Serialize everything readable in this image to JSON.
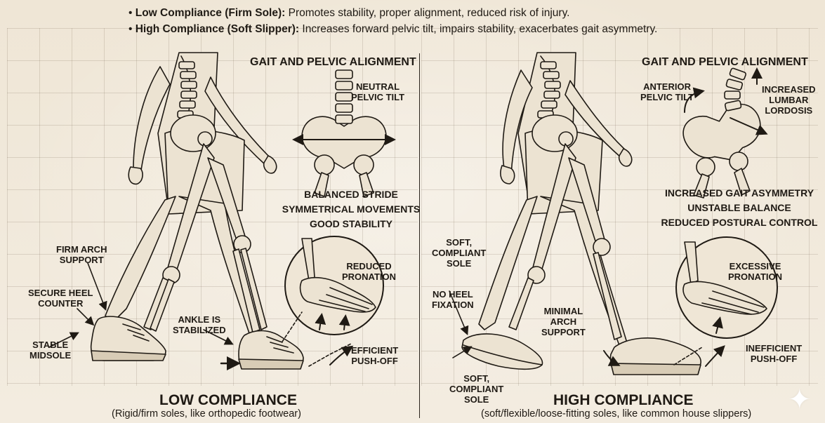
{
  "header": {
    "low_label": "Low Compliance (Firm Sole):",
    "low_text": " Promotes stability, proper alignment, reduced risk of injury.",
    "high_label": "High Compliance (Soft Slipper):",
    "high_text": " Increases forward pelvic tilt, impairs stability, exacerbates gait asymmetry."
  },
  "left": {
    "section_title": "GAIT AND PELVIC ALIGNMENT",
    "pelvis_label": [
      "NEUTRAL",
      "PELVIC TILT"
    ],
    "outcomes": [
      "BALANCED STRIDE",
      "SYMMETRICAL MOVEMENTS",
      "GOOD STABILITY"
    ],
    "callouts": {
      "arch": [
        "FIRM ARCH",
        "SUPPORT"
      ],
      "heel": [
        "SECURE HEEL",
        "COUNTER"
      ],
      "ankle": [
        "ANKLE IS",
        "STABILIZED"
      ],
      "midsole": [
        "STABLE",
        "MIDSOLE"
      ],
      "pronation": [
        "REDUCED",
        "PRONATION"
      ],
      "pushoff": [
        "EFFICIENT",
        "PUSH-OFF"
      ]
    },
    "title": "LOW COMPLIANCE",
    "subtitle": "(Rigid/firm soles, like orthopedic footwear)"
  },
  "right": {
    "section_title": "GAIT AND PELVIC ALIGNMENT",
    "pelvis_label": [
      "ANTERIOR",
      "PELVIC TILT"
    ],
    "lordosis_label": [
      "INCREASED",
      "LUMBAR",
      "LORDOSIS"
    ],
    "outcomes": [
      "INCREASED GAIT ASYMMETRY",
      "UNSTABLE BALANCE",
      "REDUCED POSTURAL CONTROL"
    ],
    "callouts": {
      "sole_top": [
        "SOFT,",
        "COMPLIANT",
        "SOLE"
      ],
      "heel": [
        "NO HEEL",
        "FIXATION"
      ],
      "arch": [
        "MINIMAL",
        "ARCH",
        "SUPPORT"
      ],
      "sole_bottom": [
        "SOFT,",
        "COMPLIANT",
        "SOLE"
      ],
      "pronation": [
        "EXCESSIVE",
        "PRONATION"
      ],
      "pushoff": [
        "INEFFICIENT",
        "PUSH-OFF"
      ]
    },
    "title": "HIGH COMPLIANCE",
    "subtitle": "(soft/flexible/loose-fitting soles, like common house slippers)"
  },
  "colors": {
    "paper": "#f3ece0",
    "ink": "#1f1a14",
    "bone": "#ece3d2"
  },
  "icons": [
    "spine-icon",
    "pelvis-icon",
    "foot-skeleton-icon",
    "shoe-icon",
    "slipper-icon",
    "arrow-icon",
    "sparkle-icon"
  ]
}
